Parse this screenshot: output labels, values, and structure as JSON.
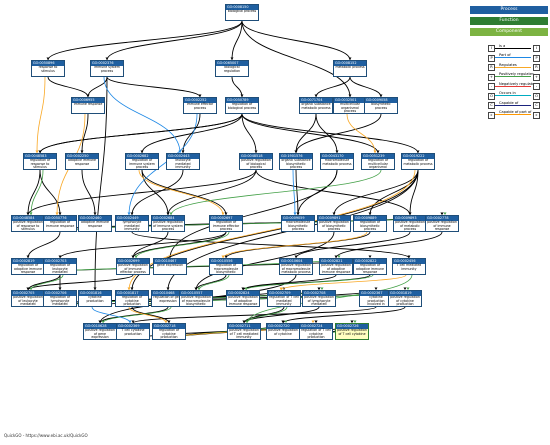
{
  "nodes": [
    {
      "id": "GO:0008150",
      "label": "biological process",
      "hl": false
    },
    {
      "id": "GO:0050896",
      "label": "response to stimulus",
      "hl": false
    },
    {
      "id": "GO:0002376",
      "label": "immune system process",
      "hl": false
    },
    {
      "id": "GO:0065007",
      "label": "biological regulation",
      "hl": false
    },
    {
      "id": "GO:0008152",
      "label": "metabolic process",
      "hl": false
    },
    {
      "id": "GO:0006955",
      "label": "immune response",
      "hl": false
    },
    {
      "id": "GO:0002252",
      "label": "immune effector process",
      "hl": false
    },
    {
      "id": "GO:0050789",
      "label": "regulation of biological process",
      "hl": false
    },
    {
      "id": "GO:0071704",
      "label": "organic substance metabolic process",
      "hl": false
    },
    {
      "id": "GO:0032501",
      "label": "multicellular organismal process",
      "hl": false
    },
    {
      "id": "GO:0009058",
      "label": "biosynthetic process",
      "hl": false
    },
    {
      "id": "GO:0048583",
      "label": "regulation of response to stimulus",
      "hl": false
    },
    {
      "id": "GO:0002250",
      "label": "adaptive immune response",
      "hl": false
    },
    {
      "id": "GO:0002682",
      "label": "regulation of immune system process",
      "hl": false
    },
    {
      "id": "GO:0002443",
      "label": "leukocyte mediated immunity",
      "hl": false
    },
    {
      "id": "GO:0048518",
      "label": "positive regulation of biological process",
      "hl": false
    },
    {
      "id": "GO:1901576",
      "label": "organic substance biosynthetic process",
      "hl": false
    },
    {
      "id": "GO:0043170",
      "label": "macromolecule metabolic process",
      "hl": false
    },
    {
      "id": "GO:0051239",
      "label": "regulation of multicellular organismal process",
      "hl": false
    },
    {
      "id": "GO:0019222",
      "label": "regulation of metabolic process",
      "hl": false
    },
    {
      "id": "GO:0048584",
      "label": "positive regulation of response to stimulus",
      "hl": false
    },
    {
      "id": "GO:0050776",
      "label": "regulation of immune response",
      "hl": false
    },
    {
      "id": "GO:0002460",
      "label": "adaptive immune response",
      "hl": false
    },
    {
      "id": "GO:0002449",
      "label": "lymphocyte mediated immunity",
      "hl": false
    },
    {
      "id": "GO:0002684",
      "label": "positive regulation of immune system process",
      "hl": false
    },
    {
      "id": "GO:0002697",
      "label": "regulation of immune effector process",
      "hl": false
    },
    {
      "id": "GO:0009059",
      "label": "macromolecule biosynthetic process",
      "hl": false
    },
    {
      "id": "GO:0009891",
      "label": "positive regulation of biosynthetic process",
      "hl": false
    },
    {
      "id": "GO:0009889",
      "label": "regulation of biosynthetic process",
      "hl": false
    },
    {
      "id": "GO:0009893",
      "label": "positive regulation of metabolic process",
      "hl": false
    },
    {
      "id": "GO:0002778",
      "label": "positive regulation of immune response",
      "hl": false
    },
    {
      "id": "GO:0002819",
      "label": "regulation of adaptive immune response",
      "hl": false
    },
    {
      "id": "GO:0002703",
      "label": "regulation of leukocyte mediated immunity",
      "hl": false
    },
    {
      "id": "GO:0002699",
      "label": "positive regulation of immune effector process",
      "hl": false
    },
    {
      "id": "GO:0010467",
      "label": "gene expression",
      "hl": false
    },
    {
      "id": "GO:0010556",
      "label": "regulation of macromolecule biosynthetic process",
      "hl": false
    },
    {
      "id": "GO:0010604",
      "label": "positive regulation of macromolecule metabolic process",
      "hl": false
    },
    {
      "id": "GO:0002821",
      "label": "positive regulation of adaptive immune response",
      "hl": false
    },
    {
      "id": "GO:0002822",
      "label": "regulation of adaptive immune response",
      "hl": false
    },
    {
      "id": "GO:0002456",
      "label": "T cell mediated immunity",
      "hl": false
    },
    {
      "id": "GO:0002705",
      "label": "positive regulation of leukocyte mediated immunity",
      "hl": false
    },
    {
      "id": "GO:0002706",
      "label": "regulation of lymphocyte mediated immunity",
      "hl": false
    },
    {
      "id": "GO:0001816",
      "label": "cytokine production",
      "hl": false
    },
    {
      "id": "GO:0001817",
      "label": "regulation of cytokine production",
      "hl": false
    },
    {
      "id": "GO:0010468",
      "label": "regulation of gene expression",
      "hl": false
    },
    {
      "id": "GO:0010557",
      "label": "positive regulation of macromolecule biosynthetic process",
      "hl": false
    },
    {
      "id": "GO:0002824",
      "label": "positive regulation of adaptive immune response",
      "hl": false
    },
    {
      "id": "GO:0002709",
      "label": "regulation of T cell mediated immunity",
      "hl": false
    },
    {
      "id": "GO:0002708",
      "label": "positive regulation of lymphocyte mediated immunity",
      "hl": false
    },
    {
      "id": "GO:0002367",
      "label": "cytokine production involved in immune response",
      "hl": false
    },
    {
      "id": "GO:0001819",
      "label": "positive regulation of cytokine production",
      "hl": false
    },
    {
      "id": "GO:0010628",
      "label": "positive regulation of gene expression",
      "hl": false
    },
    {
      "id": "GO:0002369",
      "label": "T cell cytokine production",
      "hl": false
    },
    {
      "id": "GO:0002718",
      "label": "regulation of cytokine production",
      "hl": false
    },
    {
      "id": "GO:0002711",
      "label": "positive regulation of T cell mediated immunity",
      "hl": false
    },
    {
      "id": "GO:0002720",
      "label": "positive regulation of cytokine",
      "hl": false
    },
    {
      "id": "GO:0002724",
      "label": "regulation of T cell cytokine production",
      "hl": false
    },
    {
      "id": "GO:0002726",
      "label": "positive regulation of T cell cytokine",
      "hl": true
    }
  ],
  "legend": {
    "ontologies": [
      {
        "label": "Process",
        "color": "#1f5fa0"
      },
      {
        "label": "Function",
        "color": "#2e7d32"
      },
      {
        "label": "Component",
        "color": "#7cb342"
      }
    ],
    "relations": [
      {
        "tag": "I",
        "label": "Is a",
        "color": "#000000"
      },
      {
        "tag": "P",
        "label": "Part of",
        "color": "#1e88e5"
      },
      {
        "tag": "R",
        "label": "Regulates",
        "color": "#f9a825"
      },
      {
        "tag": "+",
        "label": "Positively regulates",
        "color": "#43a047"
      },
      {
        "tag": "-",
        "label": "Negatively regulates",
        "color": "#e53935"
      },
      {
        "tag": "O",
        "label": "Occurs in",
        "color": "#00acc1"
      },
      {
        "tag": "C",
        "label": "Capable of",
        "color": "#1a237e"
      },
      {
        "tag": "c",
        "label": "Capable of part of",
        "color": "#ff9800"
      }
    ]
  },
  "source": "QuickGO - https://www.ebi.ac.uk/QuickGO"
}
